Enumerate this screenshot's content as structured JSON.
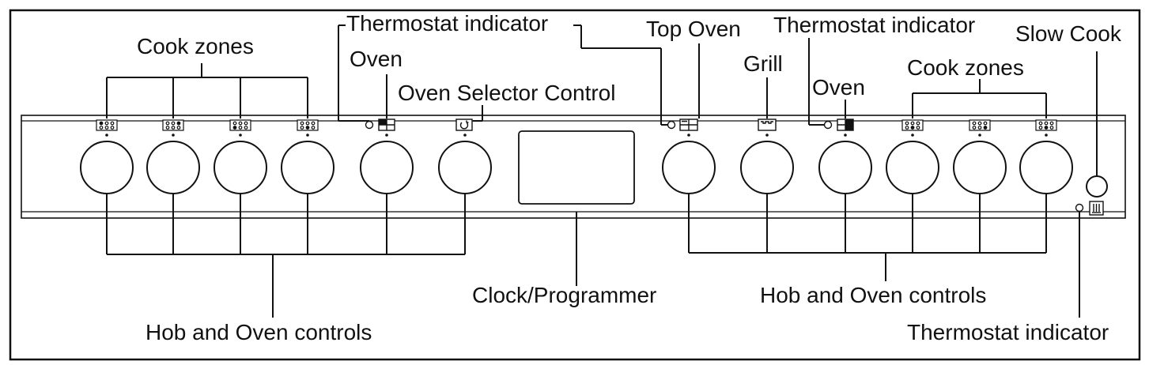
{
  "labels": {
    "cook_zones_left": "Cook zones",
    "oven_left": "Oven",
    "thermostat_indicator_left": "Thermostat indicator",
    "oven_selector_control": "Oven Selector Control",
    "top_oven": "Top Oven",
    "grill": "Grill",
    "thermostat_indicator_right": "Thermostat indicator",
    "oven_right": "Oven",
    "cook_zones_right": "Cook zones",
    "slow_cook": "Slow Cook",
    "hob_and_oven_controls_left": "Hob and Oven controls",
    "clock_programmer": "Clock/Programmer",
    "hob_and_oven_controls_right": "Hob and Oven controls",
    "thermostat_indicator_bottom": "Thermostat indicator"
  },
  "icons": {
    "left": [
      "cook-zone-icon",
      "cook-zone-icon",
      "cook-zone-icon",
      "cook-zone-icon",
      "oven-function-icon",
      "oven-selector-icon"
    ],
    "right": [
      "top-oven-icon",
      "grill-icon",
      "oven-function-icon",
      "cook-zone-icon",
      "cook-zone-icon",
      "cook-zone-icon"
    ],
    "slow_cook": "slow-cook-icon"
  }
}
